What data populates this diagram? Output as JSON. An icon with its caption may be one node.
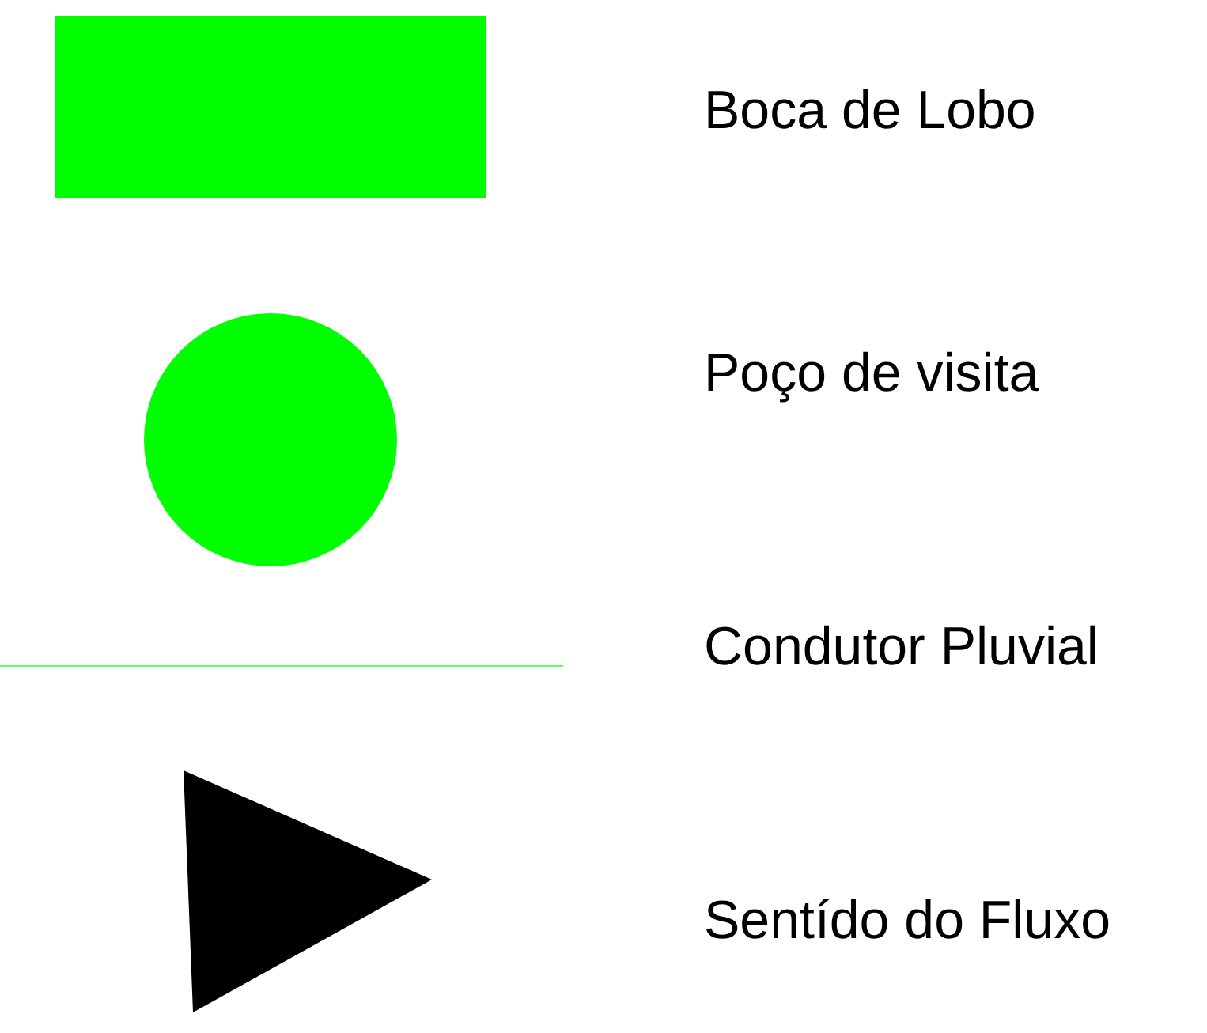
{
  "diagram": {
    "legend": [
      {
        "text": "Boca de Lobo",
        "color": "#00ff00"
      },
      {
        "text": "Poço de visita",
        "color": "#00ff00"
      },
      {
        "text": "Condutor Pluvial"
      },
      {
        "text": "Sentído do Fluxo"
      }
    ]
  }
}
